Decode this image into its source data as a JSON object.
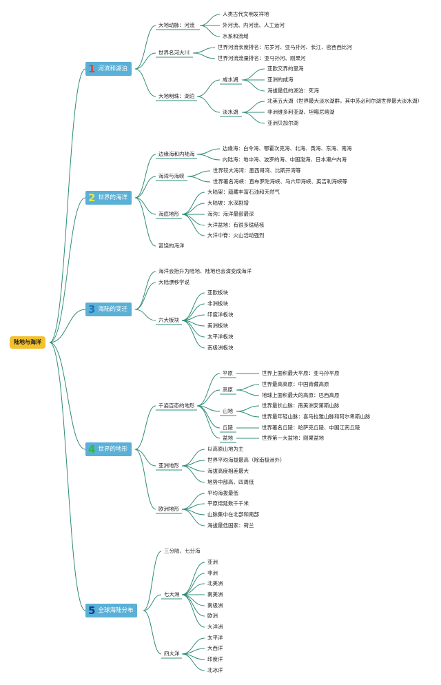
{
  "root": "陆地与海洋",
  "colors": {
    "line": "#2f8c78",
    "root_bg": "#f3c12e",
    "main_bg": "#5ab0d6",
    "num1": "#e8413a",
    "num2": "#e6e64a",
    "num3": "#1c74b8",
    "num4": "#35b54a",
    "num5": "#103d8f"
  },
  "branches": [
    {
      "num": "1",
      "label": "河流和湖泊",
      "children": [
        {
          "label": "大地动脉：河流",
          "children": [
            {
              "label": "人类古代文明发祥地"
            },
            {
              "label": "外河流、内河流、人工运河"
            },
            {
              "label": "水系和流域"
            }
          ]
        },
        {
          "label": "世界名河大川",
          "children": [
            {
              "label": "世界河流长度排名：尼罗河、亚马孙河、长江、密西西比河"
            },
            {
              "label": "世界河流流量排名：亚马孙河、刚果河"
            }
          ]
        },
        {
          "label": "大地明珠：湖泊",
          "children": [
            {
              "label": "咸水湖",
              "children": [
                {
                  "label": "亚欧交界的里海"
                },
                {
                  "label": "亚洲的咸海"
                },
                {
                  "label": "海拔最低的湖泊：死海"
                }
              ]
            },
            {
              "label": "淡水湖",
              "children": [
                {
                  "label": "北美五大湖（世界最大淡水湖群，其中苏必利尔湖世界最大淡水湖）"
                },
                {
                  "label": "非洲维多利亚湖、坦噶尼喀湖"
                },
                {
                  "label": "亚洲贝加尔湖"
                }
              ]
            }
          ]
        }
      ]
    },
    {
      "num": "2",
      "label": "世界的海洋",
      "children": [
        {
          "label": "边缘海和内陆海",
          "children": [
            {
              "label": "边缘海：白令海、鄂霍次克海、北海、黄海、东海、南海"
            },
            {
              "label": "内陆海：地中海、波罗的海、中国渤海、日本濑户内海"
            }
          ]
        },
        {
          "label": "海湾与海峡",
          "children": [
            {
              "label": "世界较大海湾：墨西哥湾、比斯开湾等"
            },
            {
              "label": "世界著名海峡：直布罗陀海峡、马六甲海峡、英吉利海峡等"
            }
          ]
        },
        {
          "label": "海底地形",
          "children": [
            {
              "label": "大陆架：蕴藏丰富石油和天然气"
            },
            {
              "label": "大陆坡：水深剧增"
            },
            {
              "label": "海沟：海洋最部最深"
            },
            {
              "label": "大洋盆地：有很多锰结核"
            },
            {
              "label": "大洋中脊：火山活动强烈"
            }
          ]
        },
        {
          "label": "富饶的海洋"
        }
      ]
    },
    {
      "num": "3",
      "label": "海陆的变迁",
      "children": [
        {
          "label": "海洋会抬升为陆地、陆地也会演变成海洋"
        },
        {
          "label": "大陆漂移学说"
        },
        {
          "label": "六大板块",
          "children": [
            {
              "label": "亚欧板块"
            },
            {
              "label": "非洲板块"
            },
            {
              "label": "印度洋板块"
            },
            {
              "label": "美洲板块"
            },
            {
              "label": "太平洋板块"
            },
            {
              "label": "南极洲板块"
            }
          ]
        }
      ]
    },
    {
      "num": "4",
      "label": "世界的地形",
      "children": [
        {
          "label": "千姿百态的地形",
          "children": [
            {
              "label": "平原",
              "children": [
                {
                  "label": "世界上面积最大平原：亚马孙平原"
                }
              ]
            },
            {
              "label": "高原",
              "children": [
                {
                  "label": "世界最高高原：中国青藏高原"
                },
                {
                  "label": "地球上面积最大的高原：巴西高原"
                }
              ]
            },
            {
              "label": "山地",
              "children": [
                {
                  "label": "世界最长山脉：南美洲安第斯山脉"
                },
                {
                  "label": "世界最年轻山脉：喜马拉雅山脉和阿尔卑斯山脉"
                }
              ]
            },
            {
              "label": "丘陵",
              "children": [
                {
                  "label": "世界著名丘陵：哈萨克丘陵、中国江南丘陵"
                }
              ]
            },
            {
              "label": "盆地",
              "children": [
                {
                  "label": "世界第一大盆地：刚果盆地"
                }
              ]
            }
          ]
        },
        {
          "label": "亚洲地形",
          "children": [
            {
              "label": "以高原山地为主"
            },
            {
              "label": "世界平均海拔最高（除南极洲外）"
            },
            {
              "label": "海拔高度相差最大"
            },
            {
              "label": "地势中部高、四周低"
            }
          ]
        },
        {
          "label": "欧洲地形",
          "children": [
            {
              "label": "平均海拔最低"
            },
            {
              "label": "平原绵延数千千米"
            },
            {
              "label": "山脉集中在北部和南部"
            },
            {
              "label": "海拔最低国家：荷兰"
            }
          ]
        }
      ]
    },
    {
      "num": "5",
      "label": "全球海陆分布",
      "children": [
        {
          "label": "三分陆、七分海"
        },
        {
          "label": "七大洲",
          "children": [
            {
              "label": "亚洲"
            },
            {
              "label": "非洲"
            },
            {
              "label": "北美洲"
            },
            {
              "label": "南美洲"
            },
            {
              "label": "南极洲"
            },
            {
              "label": "欧洲"
            },
            {
              "label": "大洋洲"
            }
          ]
        },
        {
          "label": "四大洋",
          "children": [
            {
              "label": "太平洋"
            },
            {
              "label": "大西洋"
            },
            {
              "label": "印度洋"
            },
            {
              "label": "北冰洋"
            }
          ]
        }
      ]
    }
  ]
}
